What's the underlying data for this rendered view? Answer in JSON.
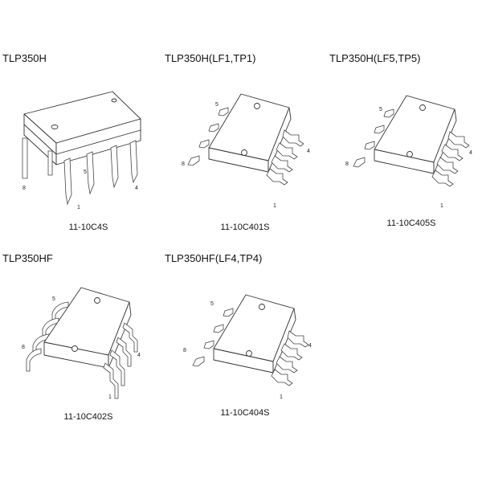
{
  "packages": [
    {
      "title": "TLP350H",
      "code": "11-10C4S",
      "pins": [
        "8",
        "5",
        "1",
        "4"
      ]
    },
    {
      "title": "TLP350H(LF1,TP1)",
      "code": "11-10C401S",
      "pins": [
        "5",
        "8",
        "4",
        "1"
      ]
    },
    {
      "title": "TLP350H(LF5,TP5)",
      "code": "11-10C405S",
      "pins": [
        "5",
        "8",
        "4",
        "1"
      ]
    },
    {
      "title": "TLP350HF",
      "code": "11-10C402S",
      "pins": [
        "5",
        "8",
        "4",
        "1"
      ]
    },
    {
      "title": "TLP350HF(LF4,TP4)",
      "code": "11-10C404S",
      "pins": [
        "5",
        "8",
        "4",
        "1"
      ]
    }
  ]
}
